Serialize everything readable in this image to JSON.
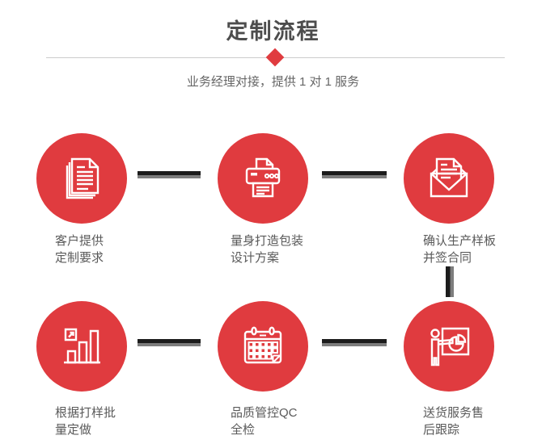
{
  "header": {
    "title": "定制流程",
    "subtitle": "业务经理对接，提供 1 对 1 服务",
    "divider_marker": "diamond-icon"
  },
  "steps": [
    {
      "id": 1,
      "icon": "stacked-documents-icon",
      "line1": "客户提供",
      "line2": "定制要求"
    },
    {
      "id": 2,
      "icon": "printer-icon",
      "line1": "量身打造包装",
      "line2": "设计方案"
    },
    {
      "id": 3,
      "icon": "envelope-letter-icon",
      "line1": "确认生产样板",
      "line2": "并签合同"
    },
    {
      "id": 4,
      "icon": "growth-bar-chart-icon",
      "line1": "根据打样批",
      "line2": "量定做"
    },
    {
      "id": 5,
      "icon": "calendar-icon",
      "line1": "品质管控QC",
      "line2": "全检"
    },
    {
      "id": 6,
      "icon": "presentation-pie-icon",
      "line1": "送货服务售",
      "line2": "后跟踪"
    }
  ],
  "colors": {
    "accent_red": "#e03b3f",
    "title_gray": "#4d4d4d",
    "text_gray": "#5a5a5a",
    "divider_gray": "#cccccc",
    "connector_dark": "#1c1c1c",
    "connector_gray": "#7d7d7d"
  }
}
